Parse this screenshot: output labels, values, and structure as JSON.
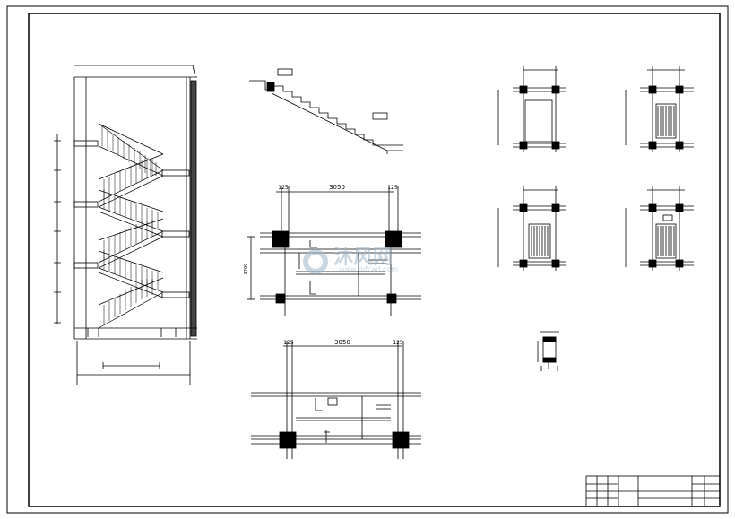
{
  "drawing": {
    "dimensions": {
      "plan_top_span": "3050",
      "plan_top_left_offset": "125",
      "plan_top_right_offset": "125",
      "plan_bottom_span": "3050",
      "plan_bottom_left_offset": "125",
      "plan_bottom_right_offset": "125",
      "plan_side_height": "3700"
    },
    "watermark": {
      "logo_text": "沐风网",
      "url": "www.mfcad.com"
    }
  }
}
